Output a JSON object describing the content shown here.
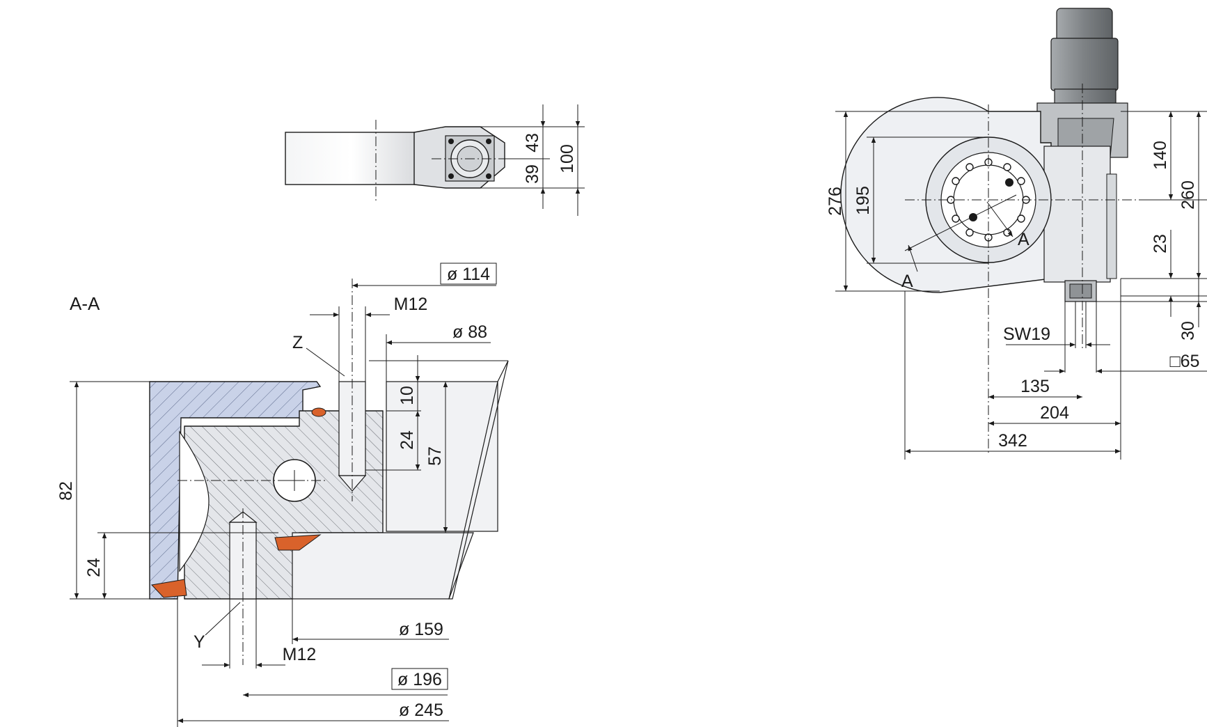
{
  "colors": {
    "line": "#1a1a1a",
    "section_fill": "#c9d2e8",
    "housing_fill": "#eef0f3",
    "seal": "#d9622b",
    "motor": "#8f9396"
  },
  "section_title": "A-A",
  "detail_labels": {
    "z": "Z",
    "y": "Y"
  },
  "section_view": {
    "dim_114": "ø 114",
    "dim_m12_top": "M12",
    "dim_88": "ø 88",
    "dim_10": "10",
    "dim_24_upper": "24",
    "dim_57": "57",
    "dim_82": "82",
    "dim_24_lower": "24",
    "dim_159": "ø 159",
    "dim_m12_bottom": "M12",
    "dim_196": "ø 196",
    "dim_245": "ø 245"
  },
  "side_view": {
    "dim_43": "43",
    "dim_39": "39",
    "dim_100": "100"
  },
  "front_view": {
    "dim_276": "276",
    "dim_195": "195",
    "dim_140": "140",
    "dim_260": "260",
    "dim_23": "23",
    "dim_30": "30",
    "dim_sw19": "SW19",
    "dim_sq65": "□65",
    "dim_135": "135",
    "dim_204": "204",
    "dim_342": "342",
    "cut_label_a1": "A",
    "cut_label_a2": "A"
  }
}
